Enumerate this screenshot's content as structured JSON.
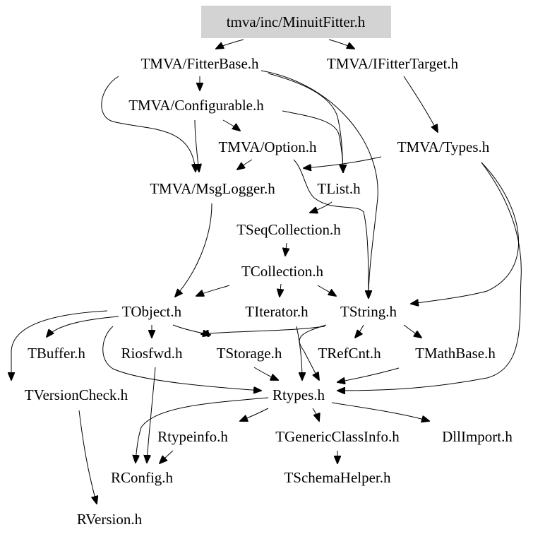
{
  "diagram": {
    "type": "include-dependency-graph",
    "colors": {
      "root_fill": "#d3d3d3",
      "text": "#000000",
      "edge": "#000000",
      "background": "#ffffff"
    },
    "nodes": [
      {
        "id": "minuitfitter",
        "label": "tmva/inc/MinuitFitter.h",
        "root": true
      },
      {
        "id": "fitterbase",
        "label": "TMVA/FitterBase.h"
      },
      {
        "id": "ifittertarget",
        "label": "TMVA/IFitterTarget.h"
      },
      {
        "id": "configurable",
        "label": "TMVA/Configurable.h"
      },
      {
        "id": "option",
        "label": "TMVA/Option.h"
      },
      {
        "id": "types",
        "label": "TMVA/Types.h"
      },
      {
        "id": "msglogger",
        "label": "TMVA/MsgLogger.h"
      },
      {
        "id": "tlist",
        "label": "TList.h"
      },
      {
        "id": "tseqcollection",
        "label": "TSeqCollection.h"
      },
      {
        "id": "tcollection",
        "label": "TCollection.h"
      },
      {
        "id": "tobject",
        "label": "TObject.h"
      },
      {
        "id": "titerator",
        "label": "TIterator.h"
      },
      {
        "id": "tstring",
        "label": "TString.h"
      },
      {
        "id": "tbuffer",
        "label": "TBuffer.h"
      },
      {
        "id": "riosfwd",
        "label": "Riosfwd.h"
      },
      {
        "id": "tstorage",
        "label": "TStorage.h"
      },
      {
        "id": "trefcnt",
        "label": "TRefCnt.h"
      },
      {
        "id": "tmathbase",
        "label": "TMathBase.h"
      },
      {
        "id": "tversioncheck",
        "label": "TVersionCheck.h"
      },
      {
        "id": "rtypes",
        "label": "Rtypes.h"
      },
      {
        "id": "rtypeinfo",
        "label": "Rtypeinfo.h"
      },
      {
        "id": "tgenericclassinfo",
        "label": "TGenericClassInfo.h"
      },
      {
        "id": "dllimport",
        "label": "DllImport.h"
      },
      {
        "id": "rconfig",
        "label": "RConfig.h"
      },
      {
        "id": "tschemahelper",
        "label": "TSchemaHelper.h"
      },
      {
        "id": "rversion",
        "label": "RVersion.h"
      }
    ],
    "edges": [
      {
        "from": "minuitfitter",
        "to": "fitterbase"
      },
      {
        "from": "minuitfitter",
        "to": "ifittertarget"
      },
      {
        "from": "fitterbase",
        "to": "configurable"
      },
      {
        "from": "fitterbase",
        "to": "tlist"
      },
      {
        "from": "fitterbase",
        "to": "msglogger"
      },
      {
        "from": "fitterbase",
        "to": "tstring"
      },
      {
        "from": "ifittertarget",
        "to": "types"
      },
      {
        "from": "configurable",
        "to": "option"
      },
      {
        "from": "configurable",
        "to": "msglogger"
      },
      {
        "from": "configurable",
        "to": "tlist"
      },
      {
        "from": "option",
        "to": "msglogger"
      },
      {
        "from": "option",
        "to": "tstring"
      },
      {
        "from": "types",
        "to": "option"
      },
      {
        "from": "types",
        "to": "tstring"
      },
      {
        "from": "types",
        "to": "rtypes"
      },
      {
        "from": "msglogger",
        "to": "tobject"
      },
      {
        "from": "tlist",
        "to": "tseqcollection"
      },
      {
        "from": "tseqcollection",
        "to": "tcollection"
      },
      {
        "from": "tcollection",
        "to": "tobject"
      },
      {
        "from": "tcollection",
        "to": "titerator"
      },
      {
        "from": "tcollection",
        "to": "tstring"
      },
      {
        "from": "tobject",
        "to": "tbuffer"
      },
      {
        "from": "tobject",
        "to": "riosfwd"
      },
      {
        "from": "tobject",
        "to": "tstorage"
      },
      {
        "from": "tobject",
        "to": "tversioncheck"
      },
      {
        "from": "tobject",
        "to": "rtypes"
      },
      {
        "from": "tstring",
        "to": "trefcnt"
      },
      {
        "from": "tstring",
        "to": "tmathbase"
      },
      {
        "from": "tstring",
        "to": "tstorage"
      },
      {
        "from": "tstring",
        "to": "rtypes"
      },
      {
        "from": "titerator",
        "to": "rtypes"
      },
      {
        "from": "tstorage",
        "to": "rtypes"
      },
      {
        "from": "tmathbase",
        "to": "rtypes"
      },
      {
        "from": "riosfwd",
        "to": "rconfig"
      },
      {
        "from": "tversioncheck",
        "to": "rversion"
      },
      {
        "from": "rtypes",
        "to": "rtypeinfo"
      },
      {
        "from": "rtypes",
        "to": "tgenericclassinfo"
      },
      {
        "from": "rtypes",
        "to": "dllimport"
      },
      {
        "from": "rtypes",
        "to": "rconfig"
      },
      {
        "from": "rtypeinfo",
        "to": "rconfig"
      },
      {
        "from": "tgenericclassinfo",
        "to": "tschemahelper"
      }
    ]
  }
}
